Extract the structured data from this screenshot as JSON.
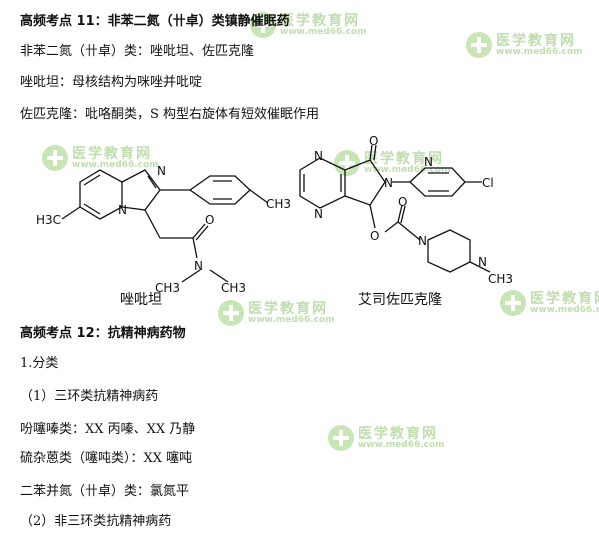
{
  "heading1": "高频考点 11：非苯二氮（卄卓）类镇静催眠药",
  "line1": "非苯二氮（卄卓）类：唑吡坦、佐匹克隆",
  "line2": "唑吡坦：母核结构为咪唑并吡啶",
  "line3": "佐匹克隆：吡咯酮类，S 构型右旋体有短效催眠作用",
  "structures": {
    "zolpidem_name": "唑吡坦",
    "zopiclone_name": "艾司佐匹克隆",
    "atoms": {
      "N": "N",
      "O": "O",
      "Cl": "Cl",
      "H3C": "H3C",
      "CH3": "CH3"
    }
  },
  "heading2": "高频考点 12：抗精神病药物",
  "line4": "1.分类",
  "line5": "（1）三环类抗精神病药",
  "line6": "吩噻嗪类：XX 丙嗪、XX 乃静",
  "line7": "硫杂蒽类（噻吨类）：XX 噻吨",
  "line8": "二苯并氮（卄卓）类：氯氮平",
  "line9": "（2）非三环类抗精神病药",
  "watermark": {
    "cn": "医学教育网",
    "url": "www.med66.com",
    "color": "#8ec46b"
  }
}
